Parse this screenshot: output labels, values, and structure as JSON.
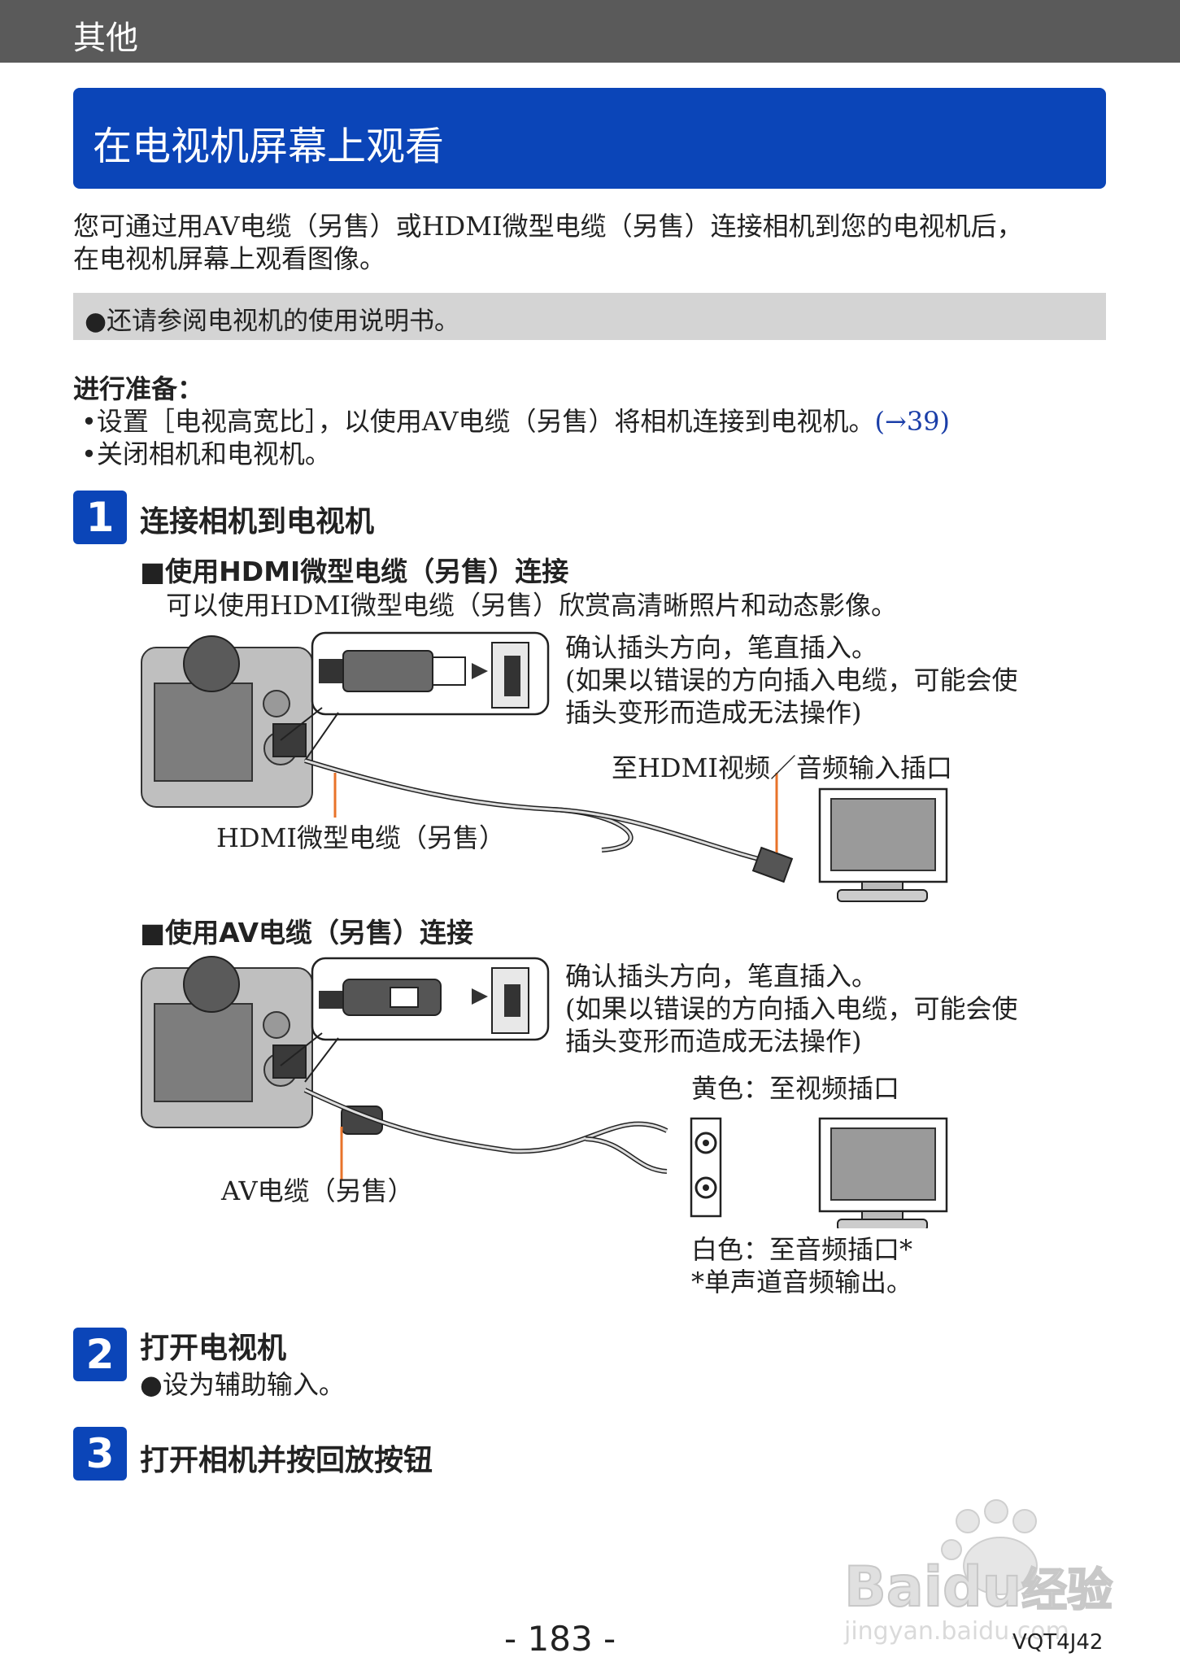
{
  "header": {
    "section": "其他"
  },
  "title": "在电视机屏幕上观看",
  "intro": {
    "line1": "您可通过用AV电缆（另售）或HDMI微型电缆（另售）连接相机到您的电视机后，",
    "line2": "在电视机屏幕上观看图像。"
  },
  "note": "●还请参阅电视机的使用说明书。",
  "prep": {
    "heading": "进行准备：",
    "item1": "•设置［电视高宽比］，以使用AV电缆（另售）将相机连接到电视机。",
    "item1_ref": "(→39)",
    "item2": "•关闭相机和电视机。"
  },
  "step1": {
    "num": "1",
    "title": "连接相机到电视机",
    "hdmi": {
      "heading": "■使用HDMI微型电缆（另售）连接",
      "desc": "可以使用HDMI微型电缆（另售）欣赏高清晰照片和动态影像。",
      "tip1": "确认插头方向，笔直插入。",
      "tip2": "(如果以错误的方向插入电缆，可能会使",
      "tip3": "插头变形而造成无法操作)",
      "label_tv": "至HDMI视频／音频输入插口",
      "label_cable": "HDMI微型电缆（另售）"
    },
    "av": {
      "heading": "■使用AV电缆（另售）连接",
      "tip1": "确认插头方向，笔直插入。",
      "tip2": "(如果以错误的方向插入电缆，可能会使",
      "tip3": "插头变形而造成无法操作)",
      "label_yellow": "黄色：至视频插口",
      "label_cable": "AV电缆（另售）",
      "label_white": "白色：至音频插口*",
      "footnote": "*单声道音频输出。"
    }
  },
  "step2": {
    "num": "2",
    "title": "打开电视机",
    "desc": "●设为辅助输入。"
  },
  "step3": {
    "num": "3",
    "title": "打开相机并按回放按钮"
  },
  "footer": {
    "page": "- 183 -",
    "code": "VQT4J42"
  },
  "watermark": {
    "brand": "Bai",
    "brand2": "du",
    "tag": "经验",
    "url": "jingyan.baidu.com"
  },
  "colors": {
    "accent": "#0b45b8",
    "header_bg": "#5a5a5a",
    "note_bg": "#d4d4d4",
    "callout": "#e8732a"
  }
}
